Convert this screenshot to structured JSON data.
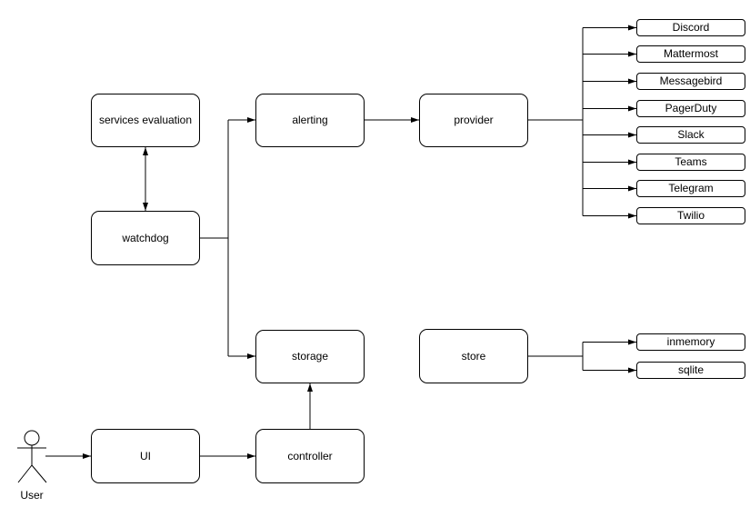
{
  "diagram": {
    "nodes": {
      "services_evaluation": "services evaluation",
      "watchdog": "watchdog",
      "alerting": "alerting",
      "provider": "provider",
      "storage": "storage",
      "store": "store",
      "ui": "UI",
      "controller": "controller"
    },
    "alert_providers": [
      "Discord",
      "Mattermost",
      "Messagebird",
      "PagerDuty",
      "Slack",
      "Teams",
      "Telegram",
      "Twilio"
    ],
    "storage_backends": [
      "inmemory",
      "sqlite"
    ],
    "actor_label": "User",
    "colors": {
      "stroke": "#000000",
      "node_fill": "#ffffff",
      "text": "#000000",
      "background": "#ffffff"
    }
  }
}
